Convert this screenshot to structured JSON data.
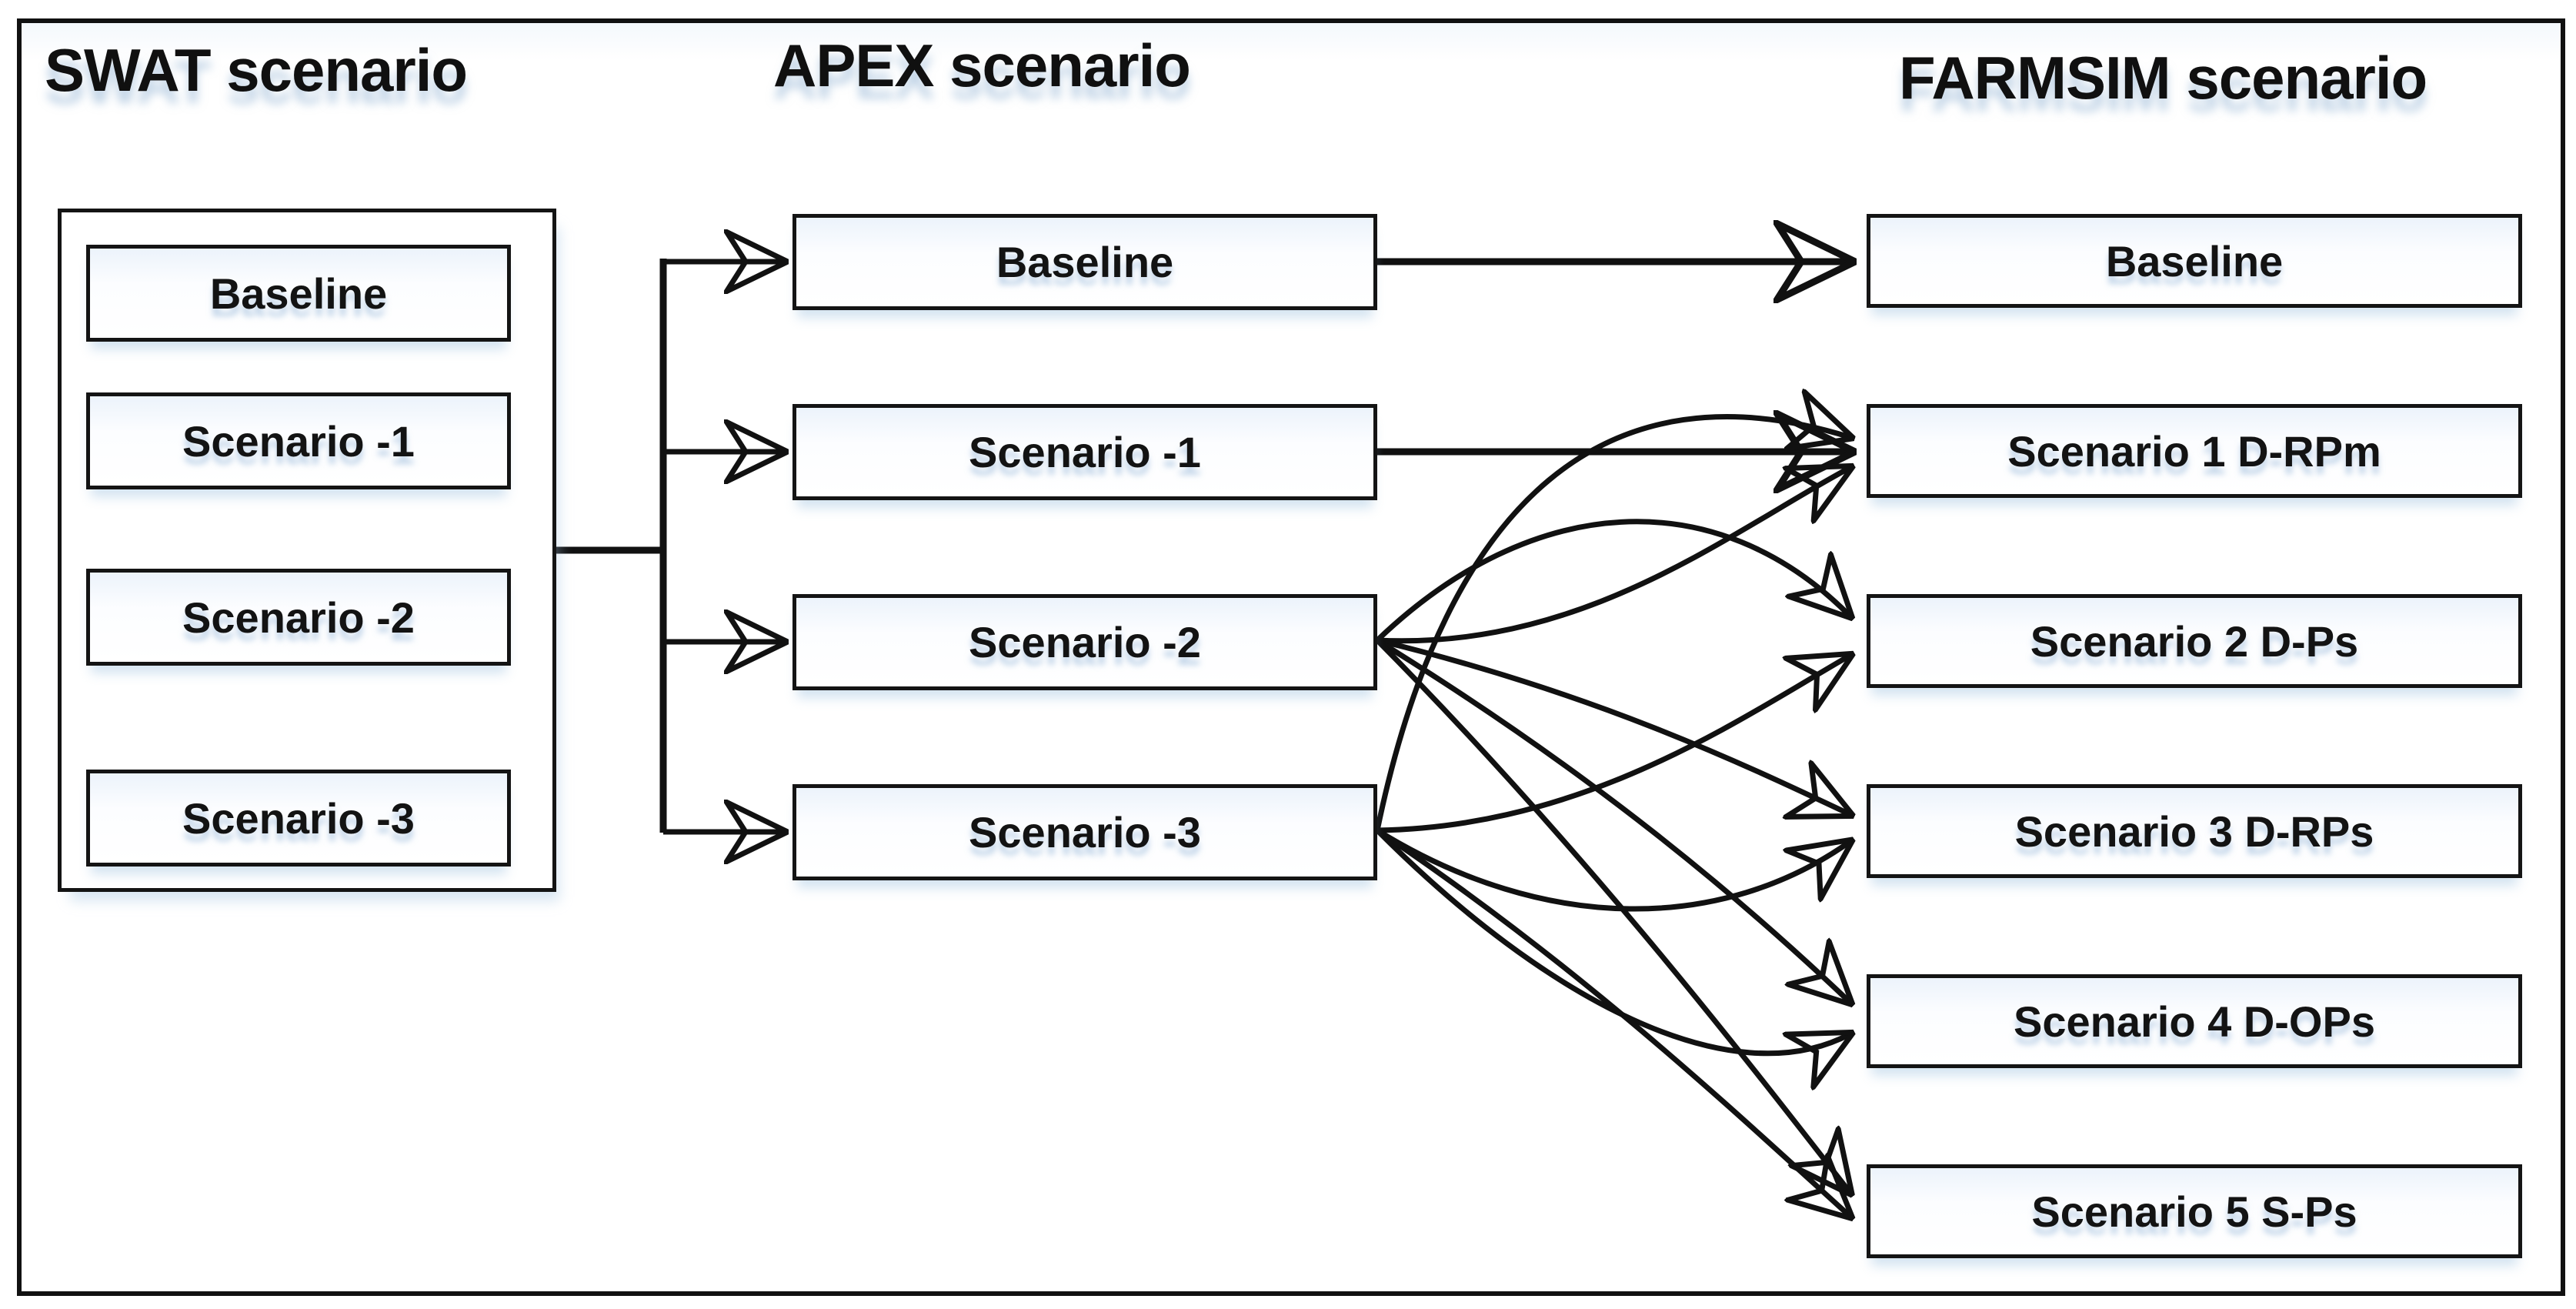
{
  "swat": {
    "title": "SWAT scenario",
    "boxes": [
      {
        "label": "Baseline"
      },
      {
        "label": "Scenario -1"
      },
      {
        "label": "Scenario -2"
      },
      {
        "label": "Scenario -3"
      }
    ]
  },
  "apex": {
    "title": "APEX scenario",
    "boxes": [
      {
        "label": "Baseline"
      },
      {
        "label": "Scenario -1"
      },
      {
        "label": "Scenario -2"
      },
      {
        "label": "Scenario -3"
      }
    ]
  },
  "farmsim": {
    "title": "FARMSIM scenario",
    "boxes": [
      {
        "label": "Baseline"
      },
      {
        "label": "Scenario 1 D-RPm"
      },
      {
        "label": "Scenario 2 D-Ps"
      },
      {
        "label": "Scenario 3 D-RPs"
      },
      {
        "label": "Scenario 4 D-OPs"
      },
      {
        "label": "Scenario 5 S-Ps"
      }
    ]
  },
  "connections": [
    {
      "from": "SWAT scenarios",
      "to": "APEX Baseline"
    },
    {
      "from": "SWAT scenarios",
      "to": "APEX Scenario -1"
    },
    {
      "from": "SWAT scenarios",
      "to": "APEX Scenario -2"
    },
    {
      "from": "SWAT scenarios",
      "to": "APEX Scenario -3"
    },
    {
      "from": "APEX Baseline",
      "to": "FARMSIM Baseline"
    },
    {
      "from": "APEX Scenario -1",
      "to": "FARMSIM Scenario 1 D-RPm"
    },
    {
      "from": "APEX Scenario -2",
      "to": "FARMSIM Scenario 1 D-RPm"
    },
    {
      "from": "APEX Scenario -2",
      "to": "FARMSIM Scenario 2 D-Ps"
    },
    {
      "from": "APEX Scenario -2",
      "to": "FARMSIM Scenario 3 D-RPs"
    },
    {
      "from": "APEX Scenario -2",
      "to": "FARMSIM Scenario 4 D-OPs"
    },
    {
      "from": "APEX Scenario -2",
      "to": "FARMSIM Scenario 5 S-Ps"
    },
    {
      "from": "APEX Scenario -3",
      "to": "FARMSIM Scenario 1 D-RPm"
    },
    {
      "from": "APEX Scenario -3",
      "to": "FARMSIM Scenario 2 D-Ps"
    },
    {
      "from": "APEX Scenario -3",
      "to": "FARMSIM Scenario 3 D-RPs"
    },
    {
      "from": "APEX Scenario -3",
      "to": "FARMSIM Scenario 4 D-OPs"
    },
    {
      "from": "APEX Scenario -3",
      "to": "FARMSIM Scenario 5 S-Ps"
    }
  ]
}
